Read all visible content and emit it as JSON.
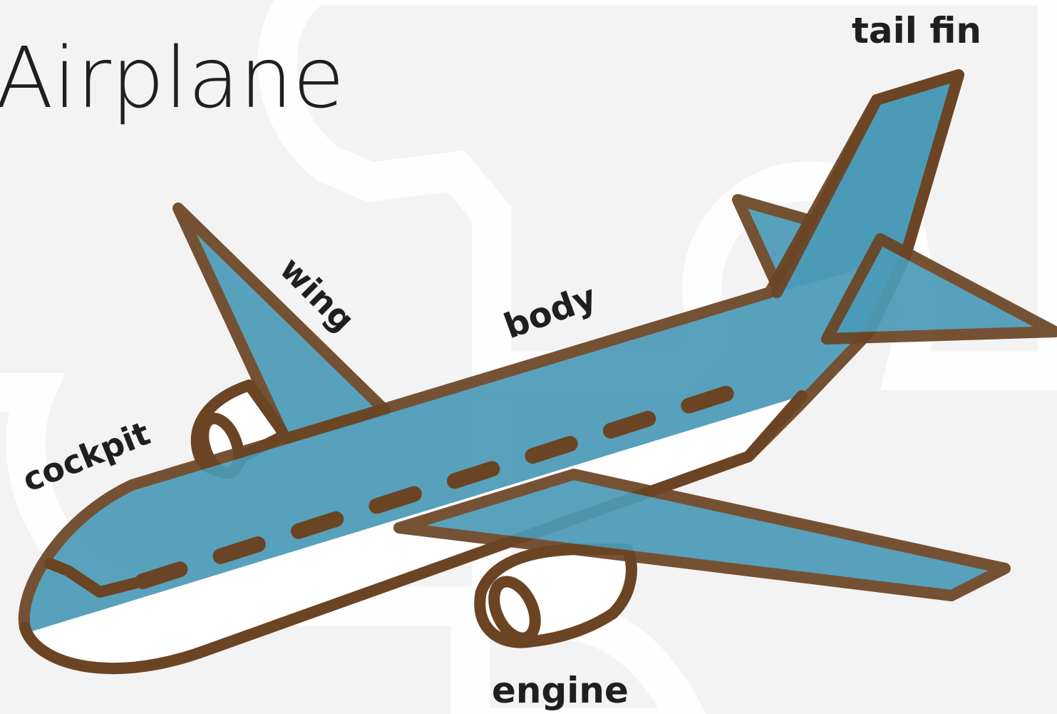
{
  "title": "Airplane",
  "labels": {
    "tail_fin": "tail fin",
    "wing": "wing",
    "body": "body",
    "cockpit": "cockpit",
    "engine": "engine"
  },
  "colors": {
    "background": "#f3f3f3",
    "puzzle_piece": "#ffffff",
    "fill_blue": "#4a9bb8",
    "outline_brown": "#6b4423",
    "text": "#1f1f1f",
    "belly": "#ffffff"
  }
}
